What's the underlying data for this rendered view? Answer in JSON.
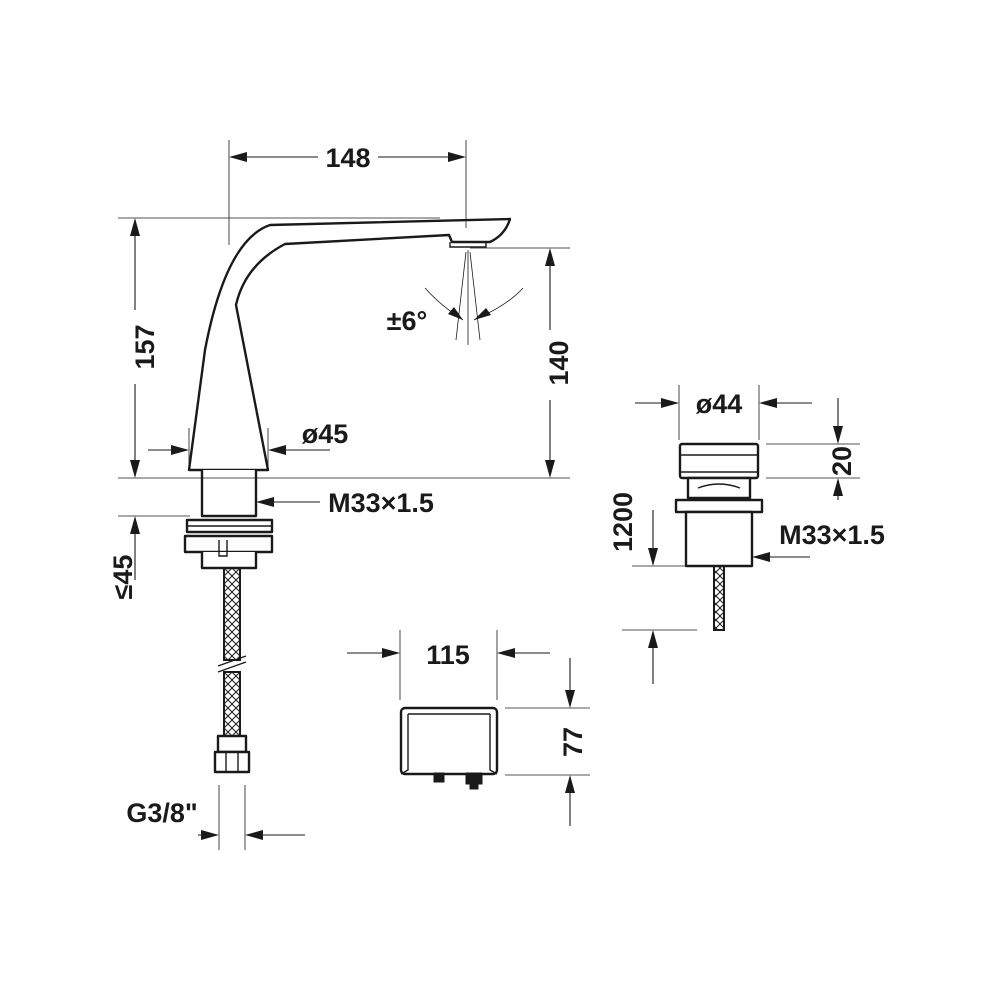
{
  "dimensions": {
    "spout_reach": "148",
    "height_157": "157",
    "height_140": "140",
    "angle": "±6°",
    "base_diameter": "ø45",
    "thread_main": "M33×1.5",
    "deck_thickness": "≤45",
    "connection": "G3/8\"",
    "box_width": "115",
    "box_height": "77",
    "button_diameter": "ø44",
    "button_height": "20",
    "cable_length": "1200",
    "thread_button": "M33×1.5"
  }
}
